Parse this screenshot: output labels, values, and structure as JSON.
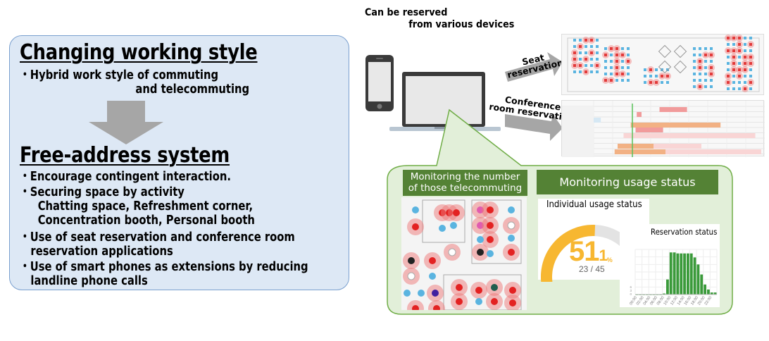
{
  "left_panel": {
    "section1": {
      "heading": "Changing working style",
      "bullets": [
        "・Hybrid work style of commuting\n                                and telecommuting"
      ]
    },
    "arrow_icon": "down-arrow",
    "section2": {
      "heading": "Free-address system",
      "bullets": [
        "・Encourage contingent interaction.",
        "・Securing space by activity\n     Chatting space, Refreshment corner,\n     Concentration booth, Personal booth",
        "・Use of seat reservation and conference room\n   reservation applications",
        "・Use of smart phones as extensions by reducing\n   landline phone calls"
      ]
    }
  },
  "devices": {
    "caption": "Can be reserved\n              from various devices",
    "icons": [
      "smartphone-icon",
      "laptop-icon"
    ]
  },
  "reservation_arrows": {
    "seat_label": "Seat\nreservation",
    "conference_label": "Conference\nroom reservation"
  },
  "monitoring": {
    "telecommuting_header": "Monitoring the number\nof those telecommuting",
    "usage_header": "Monitoring usage status",
    "individual_usage": {
      "title": "Individual usage status",
      "percent_major": "51",
      "percent_minor": "1",
      "percent_sign": "%",
      "count": "23 / 45",
      "fraction": 0.511,
      "colors": {
        "fill": "#f7b731",
        "track": "#e3e3e3"
      }
    },
    "reservation_status": {
      "title": "Reservation status"
    }
  },
  "colors": {
    "left_panel_bg": "#dde8f5",
    "left_panel_border": "#7aa0cf",
    "callout_bg": "#e2efd9",
    "callout_border": "#70ad47",
    "header_green": "#548235",
    "bar_green": "#3a9a3a",
    "arrow_gray": "#a6a6a6"
  },
  "chart_data": {
    "type": "bar",
    "title": "Reservation status",
    "categories": [
      "00:00",
      "01:00",
      "02:00",
      "03:00",
      "04:00",
      "05:00",
      "06:00",
      "07:00",
      "08:00",
      "09:00",
      "10:00",
      "11:00",
      "12:00",
      "13:00",
      "14:00",
      "15:00",
      "16:00",
      "17:00",
      "18:00",
      "19:00",
      "20:00",
      "21:00",
      "22:00",
      "23:00"
    ],
    "tick_labels": [
      "00:00",
      "02:00",
      "04:00",
      "06:00",
      "08:00",
      "10:00",
      "12:00",
      "14:00",
      "16:00",
      "18:00",
      "20:00",
      "22:00"
    ],
    "values": [
      0,
      0,
      0,
      0,
      0,
      0,
      0,
      0,
      1,
      15,
      42,
      42,
      41,
      41,
      41,
      41,
      41,
      37,
      30,
      20,
      10,
      5,
      2,
      2
    ],
    "ylim": [
      0,
      45
    ],
    "xlabel": "",
    "ylabel": "",
    "grid": true
  }
}
